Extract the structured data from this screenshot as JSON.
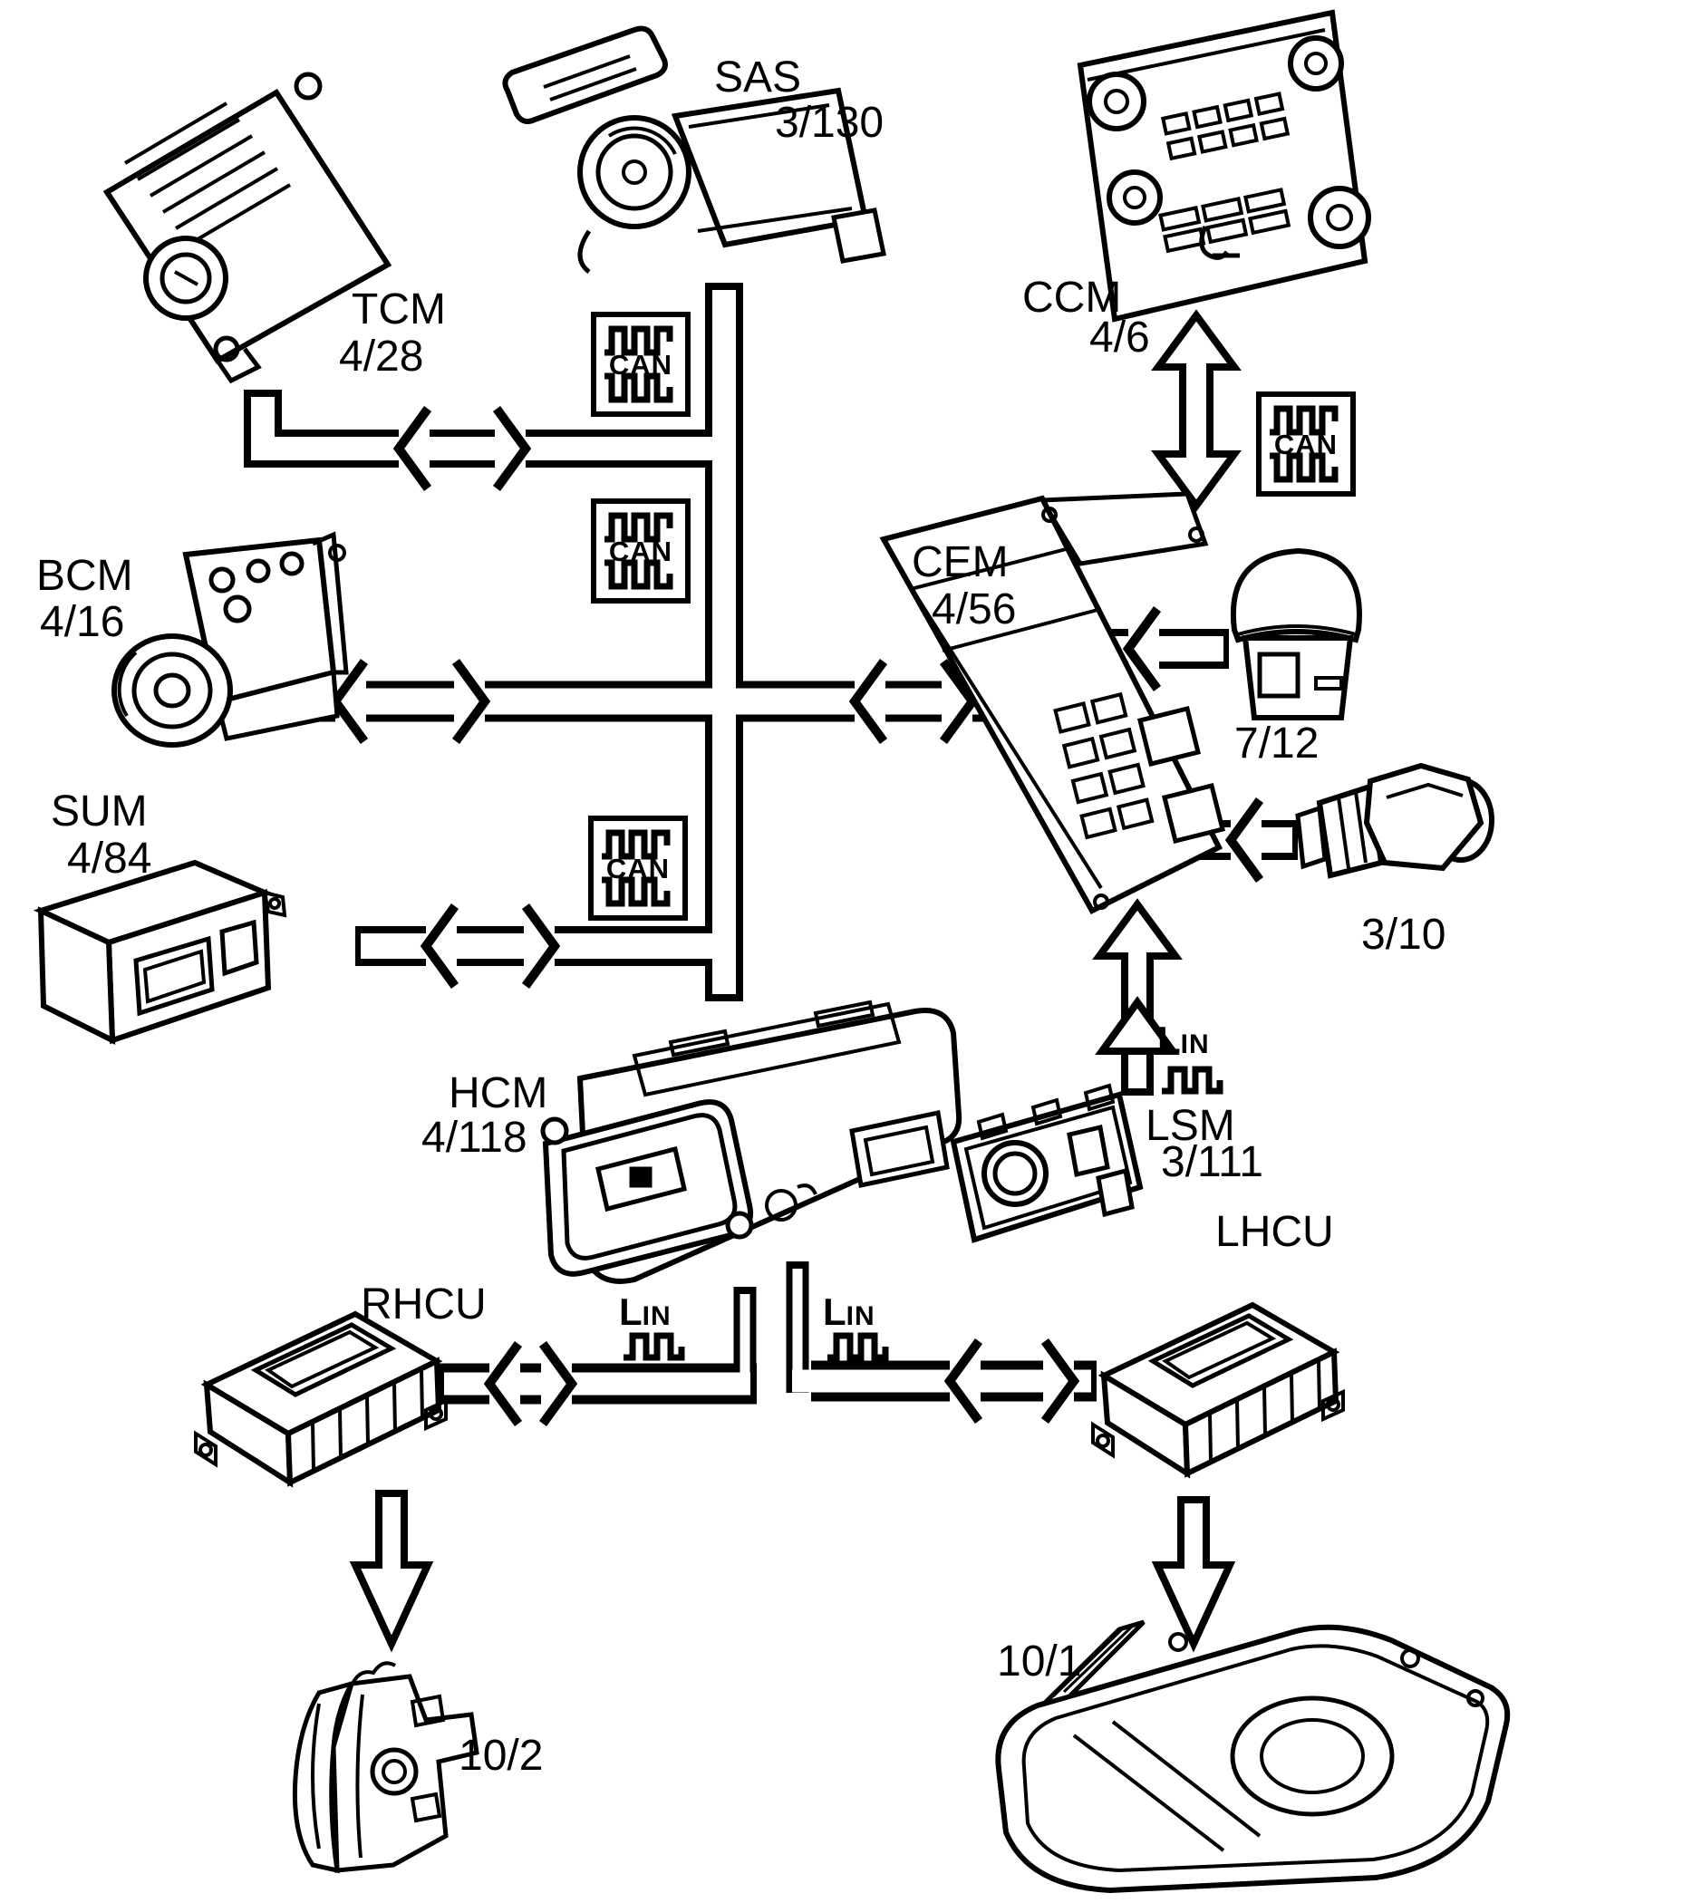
{
  "diagram_type": "vehicle control module network topology",
  "modules": {
    "sas": {
      "label": "SAS",
      "code": "3/130"
    },
    "tcm": {
      "label": "TCM",
      "code": "4/28"
    },
    "ccm": {
      "label": "CCM",
      "code": "4/6"
    },
    "bcm": {
      "label": "BCM",
      "code": "4/16"
    },
    "sum": {
      "label": "SUM",
      "code": "4/84"
    },
    "cem": {
      "label": "CEM",
      "code": "4/56"
    },
    "sun_sensor": {
      "code": "7/12"
    },
    "pressure_sensor": {
      "code": "3/10"
    },
    "hcm": {
      "label": "HCM",
      "code": "4/118"
    },
    "lsm": {
      "label": "LSM",
      "code": "3/111"
    },
    "rhcu": {
      "label": "RHCU"
    },
    "lhcu": {
      "label": "LHCU"
    },
    "left_headlamp": {
      "code": "10/1"
    },
    "right_headlamp": {
      "code": "10/2"
    }
  },
  "buses": {
    "can": "CAN",
    "lin_initial": "L",
    "lin_rest": "IN"
  },
  "colors": {
    "line": "#000000",
    "background": "#ffffff"
  },
  "connections": [
    {
      "from": "SAS",
      "to": "CAN backbone",
      "bus": "CAN"
    },
    {
      "from": "TCM",
      "to": "CAN backbone",
      "bus": "CAN",
      "bidirectional": true
    },
    {
      "from": "BCM",
      "to": "CEM",
      "bus": "CAN",
      "bidirectional": true
    },
    {
      "from": "SUM",
      "to": "CAN backbone",
      "bus": "CAN",
      "bidirectional": true
    },
    {
      "from": "CCM",
      "to": "CEM",
      "bus": "CAN",
      "bidirectional": true
    },
    {
      "from": "7/12",
      "to": "CEM"
    },
    {
      "from": "3/10",
      "to": "CEM"
    },
    {
      "from": "LSM",
      "to": "CEM",
      "bus": "LIN"
    },
    {
      "from": "HCM",
      "to": "RHCU",
      "bus": "LIN",
      "bidirectional": true
    },
    {
      "from": "HCM",
      "to": "LHCU",
      "bus": "LIN",
      "bidirectional": true
    },
    {
      "from": "RHCU",
      "to": "10/2"
    },
    {
      "from": "LHCU",
      "to": "10/1"
    }
  ]
}
